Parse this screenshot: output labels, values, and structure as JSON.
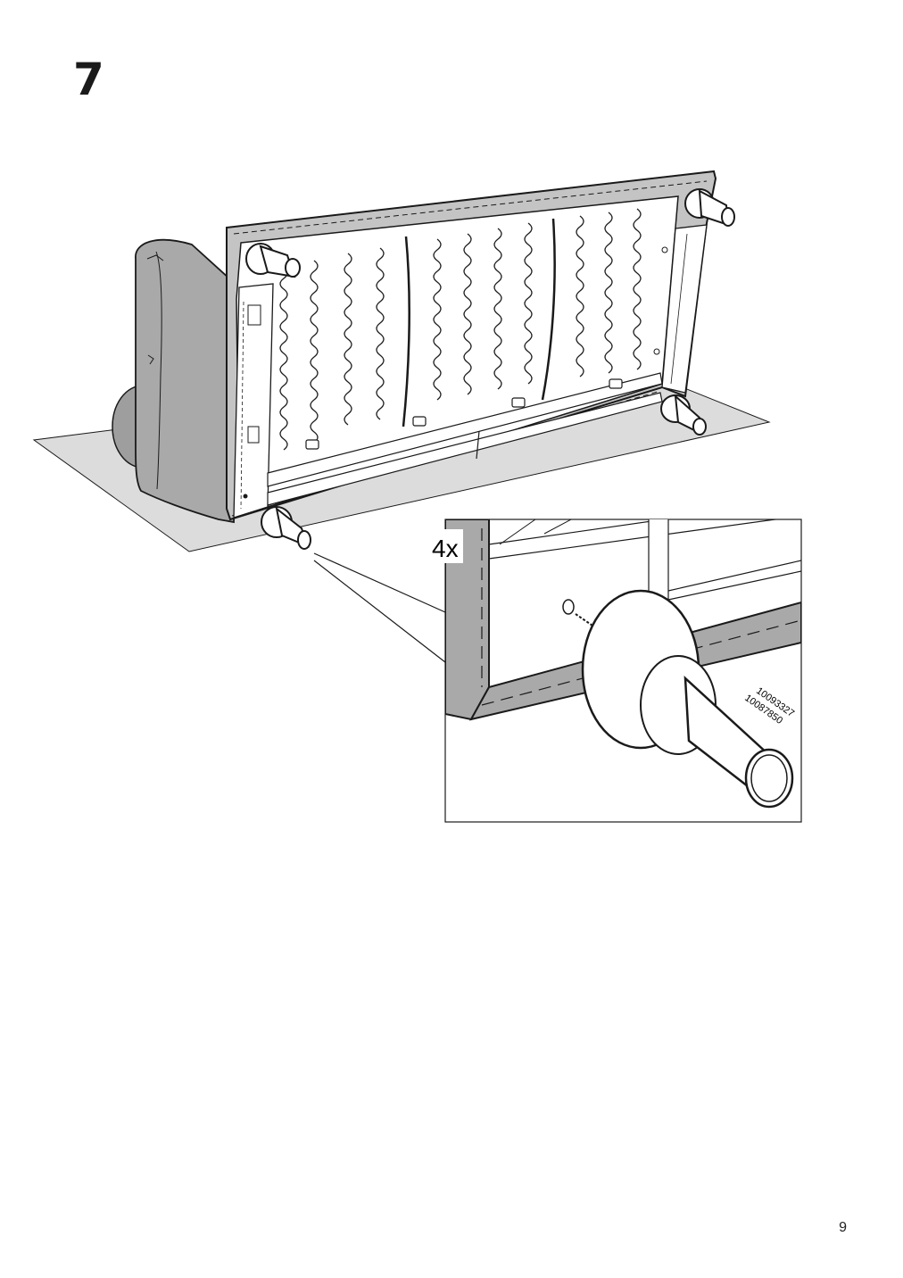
{
  "step": {
    "number": "7"
  },
  "detail": {
    "quantity_label": "4x",
    "part_code_1": "10093327",
    "part_code_2": "10087850"
  },
  "footer": {
    "page_number": "9"
  },
  "colors": {
    "upholstery": "#a9a9a9",
    "floor_mat": "#dcdcdc",
    "frame": "#c4c4c4",
    "line": "#1a1a1a"
  }
}
